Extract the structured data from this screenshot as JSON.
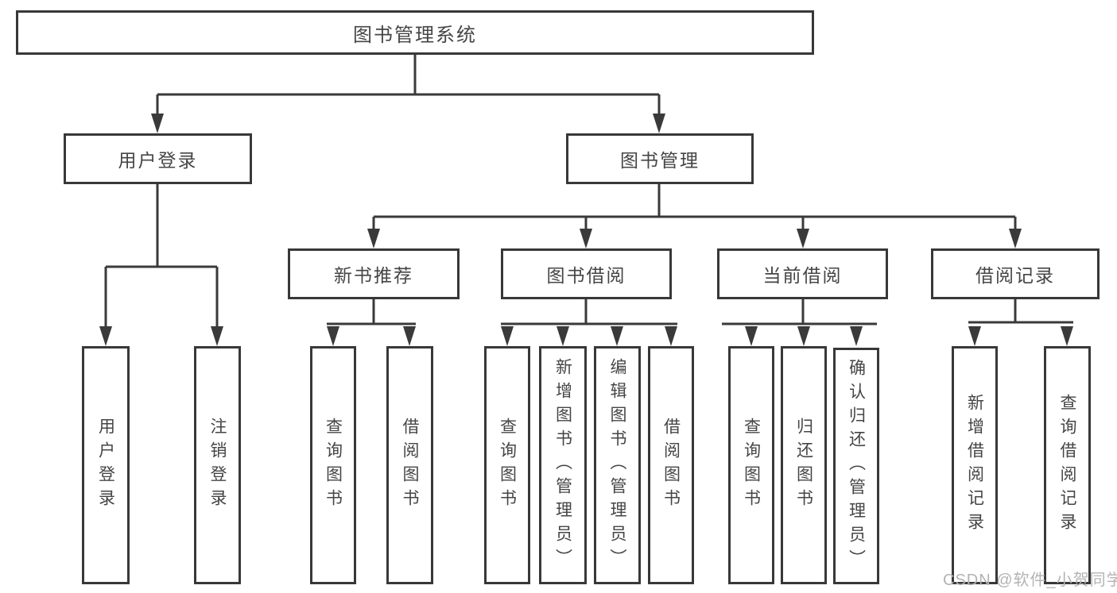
{
  "tree": {
    "root": {
      "label": "图书管理系统"
    },
    "branches": [
      {
        "label": "用户登录",
        "children": [
          {
            "label": "用户登录"
          },
          {
            "label": "注销登录"
          }
        ]
      },
      {
        "label": "图书管理",
        "children": [
          {
            "label": "新书推荐",
            "children": [
              {
                "label": "查询图书"
              },
              {
                "label": "借阅图书"
              }
            ]
          },
          {
            "label": "图书借阅",
            "children": [
              {
                "label": "查询图书"
              },
              {
                "label": "新增图书（管理员）"
              },
              {
                "label": "编辑图书（管理员）"
              },
              {
                "label": "借阅图书"
              }
            ]
          },
          {
            "label": "当前借阅",
            "children": [
              {
                "label": "查询图书"
              },
              {
                "label": "归还图书"
              },
              {
                "label": "确认归还（管理员）"
              }
            ]
          },
          {
            "label": "借阅记录",
            "children": [
              {
                "label": "新增借阅记录"
              },
              {
                "label": "查询借阅记录"
              }
            ]
          }
        ]
      }
    ]
  },
  "watermark": {
    "text": "CSDN @软件_小贺同学"
  },
  "colors": {
    "line": "#3a3a3a",
    "border": "#383838",
    "text": "#454545",
    "watermark": "#b3b3b3",
    "background": "#ffffff"
  }
}
